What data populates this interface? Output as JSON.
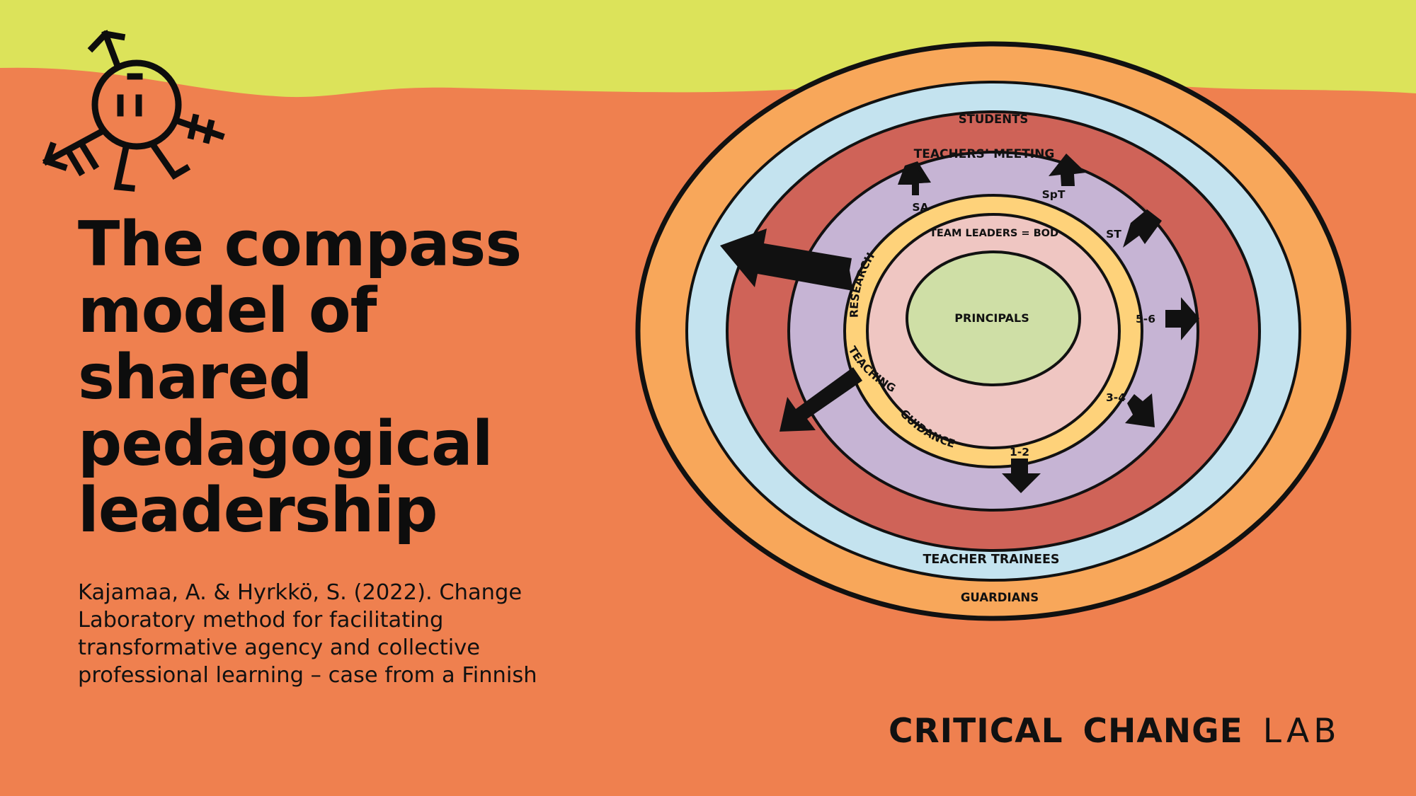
{
  "title": {
    "line1": "The compass",
    "line2": "model of",
    "line3": "shared",
    "line4": "pedagogical",
    "line5": "leadership"
  },
  "citation": {
    "line1": "Kajamaa, A. & Hyrkkö, S. (2022). Change",
    "line2": "Laboratory method for facilitating",
    "line3": "transformative agency and collective",
    "line4": "professional learning – case from a Finnish"
  },
  "logo": {
    "word1": "CRITICAL",
    "word2": "CHANGE",
    "word3": "LAB"
  },
  "diagram": {
    "rings": {
      "outer": "GUARDIANS",
      "trainees": "TEACHER TRAINEES",
      "students": "STUDENTS",
      "meeting": "TEACHERS’ MEETING",
      "leaders": "TEAM LEADERS = BOD",
      "center": "PRINCIPALS"
    },
    "teams": {
      "sa": "SA",
      "spt": "SpT",
      "st": "ST",
      "g56": "5-6",
      "g34": "3-4",
      "g12": "1-2"
    },
    "functions": {
      "research": "RESEARCH",
      "teaching": "TEACHING",
      "guidance": "GUIDANCE"
    }
  },
  "colors": {
    "background": "#ef804f",
    "top_band": "#dce35a",
    "ring_guardians": "#f8a75a",
    "ring_trainees": "#c4e3ef",
    "ring_students": "#cf6358",
    "ring_meeting": "#c6b4d4",
    "ring_leaders": "#fed27a",
    "ring_bod": "#efc6c2",
    "ring_principals": "#cfdfa6"
  }
}
